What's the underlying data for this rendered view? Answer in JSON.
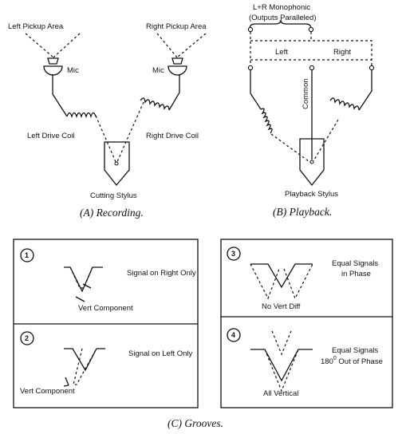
{
  "recording": {
    "left_pickup": "Left Pickup Area",
    "right_pickup": "Right Pickup Area",
    "mic_left": "Mic",
    "mic_right": "Mic",
    "left_coil": "Left Drive Coil",
    "right_coil": "Right Drive Coil",
    "stylus": "Cutting Stylus",
    "caption": "(A)  Recording."
  },
  "playback": {
    "mono_line1": "L+R Monophonic",
    "mono_line2": "(Outputs Paralleled)",
    "left": "Left",
    "right": "Right",
    "common": "Common",
    "stylus": "Playback Stylus",
    "caption": "(B)  Playback."
  },
  "grooves": {
    "caption": "(C)  Grooves.",
    "panels": [
      {
        "number": "1",
        "text": "Signal on Right Only",
        "sub": "Vert Component"
      },
      {
        "number": "2",
        "text": "Signal on Left Only",
        "sub": "Vert Component"
      },
      {
        "number": "3",
        "text_line1": "Equal Signals",
        "text_line2": "in Phase",
        "sub": "No Vert Diff"
      },
      {
        "number": "4",
        "text_line1": "Equal Signals",
        "text_line2_pre": "180",
        "text_line2_sup": "0",
        "text_line2_post": " Out of Phase",
        "sub": "All Vertical"
      }
    ]
  }
}
